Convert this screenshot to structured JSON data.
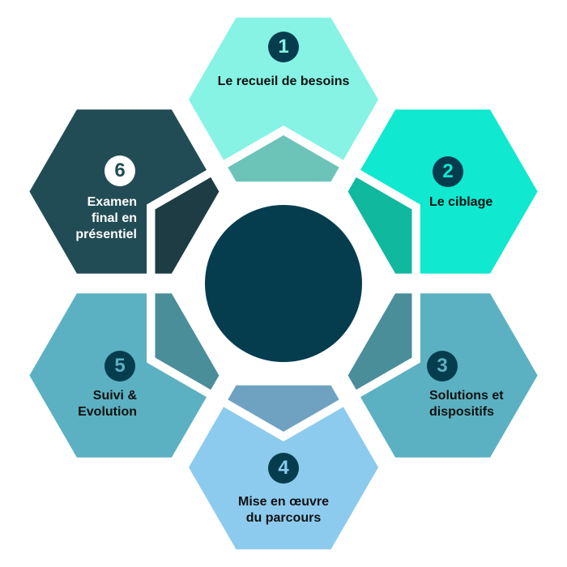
{
  "center_color": "#053d4f",
  "steps": [
    {
      "number": "1",
      "label": "Le recueil de besoins",
      "fill": "#86f3e4",
      "inner": "#6cc4b8",
      "badge_bg": "#053d4f",
      "badge_fg": "#86f3e4",
      "label_color": "#111111"
    },
    {
      "number": "2",
      "label": "Le ciblage",
      "fill": "#10e8cf",
      "inner": "#10b89e",
      "badge_bg": "#053d4f",
      "badge_fg": "#10e8cf",
      "label_color": "#111111"
    },
    {
      "number": "3",
      "label": "Solutions et\ndispositifs",
      "fill": "#5bb1c1",
      "inner": "#4a8e9a",
      "badge_bg": "#053d4f",
      "badge_fg": "#5bb1c1",
      "label_color": "#111111"
    },
    {
      "number": "4",
      "label": "Mise en œuvre\ndu parcours",
      "fill": "#8ccbee",
      "inner": "#6fa1c1",
      "badge_bg": "#053d4f",
      "badge_fg": "#8ccbee",
      "label_color": "#111111"
    },
    {
      "number": "5",
      "label": "Suivi &\nEvolution",
      "fill": "#5bb1c1",
      "inner": "#4a8e9a",
      "badge_bg": "#053d4f",
      "badge_fg": "#5bb1c1",
      "label_color": "#111111"
    },
    {
      "number": "6",
      "label": "Examen\nfinal en\nprésentiel",
      "fill": "#224c55",
      "inner": "#1d3c43",
      "badge_bg": "#ffffff",
      "badge_fg": "#224c55",
      "label_color": "#ffffff"
    }
  ]
}
